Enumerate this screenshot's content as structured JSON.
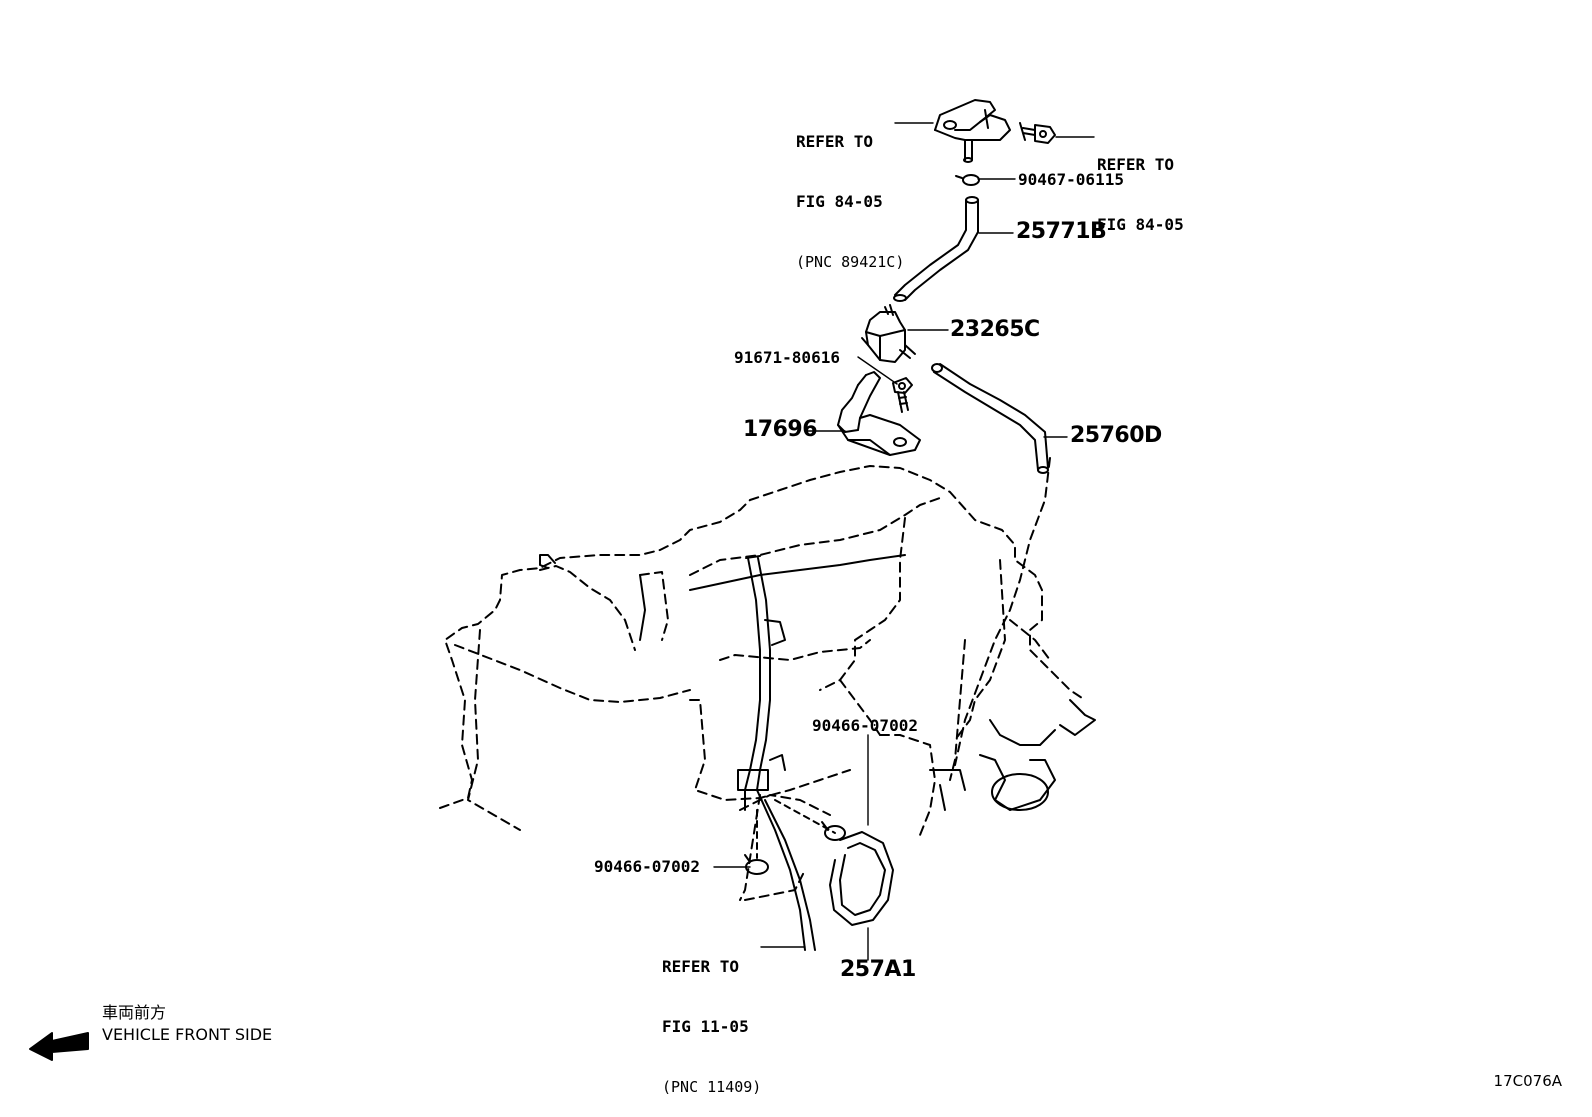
{
  "refs": {
    "top_left": {
      "line1": "REFER TO",
      "line2": "FIG 84-05",
      "line3": "(PNC 89421C)"
    },
    "top_right": {
      "line1": "REFER TO",
      "line2": "FIG 84-05"
    },
    "bottom": {
      "line1": "REFER TO",
      "line2": "FIG 11-05",
      "line3": "(PNC 11409)"
    }
  },
  "parts": {
    "p90467": "90467-06115",
    "p25771B": "25771B",
    "p23265C": "23265C",
    "p91671": "91671-80616",
    "p17696": "17696",
    "p25760D": "25760D",
    "p90466_right": "90466-07002",
    "p90466_left": "90466-07002",
    "p257A1": "257A1"
  },
  "direction": {
    "jp": "車両前方",
    "en": "VEHICLE FRONT SIDE",
    "icon": "arrow-left-icon"
  },
  "figure_code": "17C076A"
}
